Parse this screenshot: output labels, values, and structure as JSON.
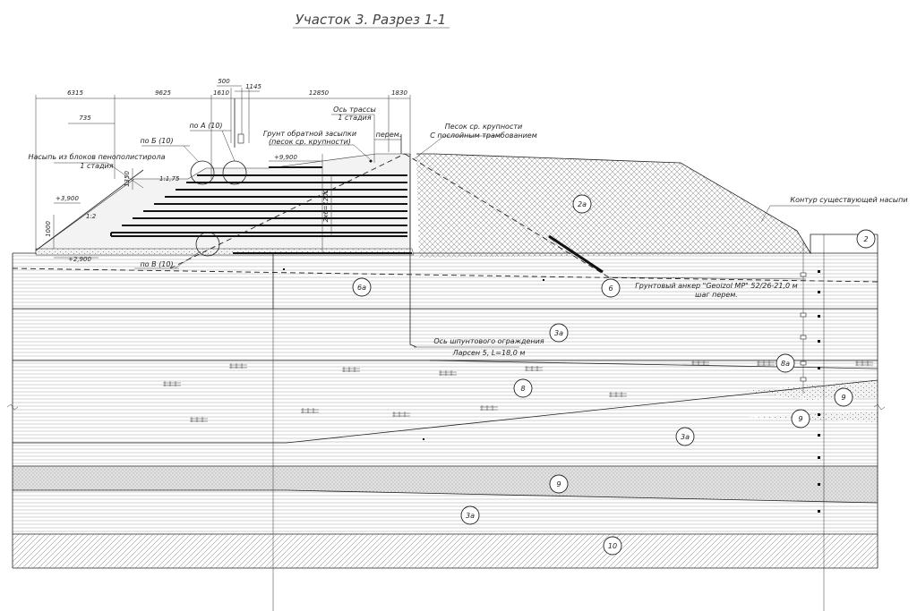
{
  "title": "Участок 3. Разрез 1-1",
  "dimensions": [
    "6315",
    "9625",
    "500",
    "1610",
    "1145",
    "12850",
    "1830",
    "735",
    "1000",
    "1350",
    "2х6=1200"
  ],
  "slope_labels": [
    "1:1,75",
    "1:2"
  ],
  "elevations": [
    "+9,900",
    "+3,900",
    "+2,900"
  ],
  "labels": {
    "axis_route_1": "Ось трассы",
    "axis_route_2": "1 стадия",
    "backfill_1": "Грунт обратной засыпки",
    "backfill_2": "(песок ср. крупности)",
    "sand_1": "Песок ср. крупности",
    "sand_2": "С послойным трамбованием",
    "var": "перем.",
    "po_a": "по А (10)",
    "po_b": "по Б (10)",
    "po_v": "по В (10)",
    "embankment_1": "Насыпь из блоков пенополистирола",
    "embankment_2": "1 стадия",
    "existing": "Контур существующей насыпи",
    "anchor_1": "Грунтовый анкер \"Geoizol MP\" 52/26-21,0 м",
    "anchor_2": "шаг перем.",
    "sheet_1": "Ось шпунтового ограждения",
    "sheet_2": "Ларсен 5, L=18,0 м"
  },
  "layers": [
    "2а",
    "2",
    "6а",
    "6",
    "3а",
    "8а",
    "8",
    "9",
    "9",
    "3а",
    "9",
    "3а",
    "10"
  ]
}
